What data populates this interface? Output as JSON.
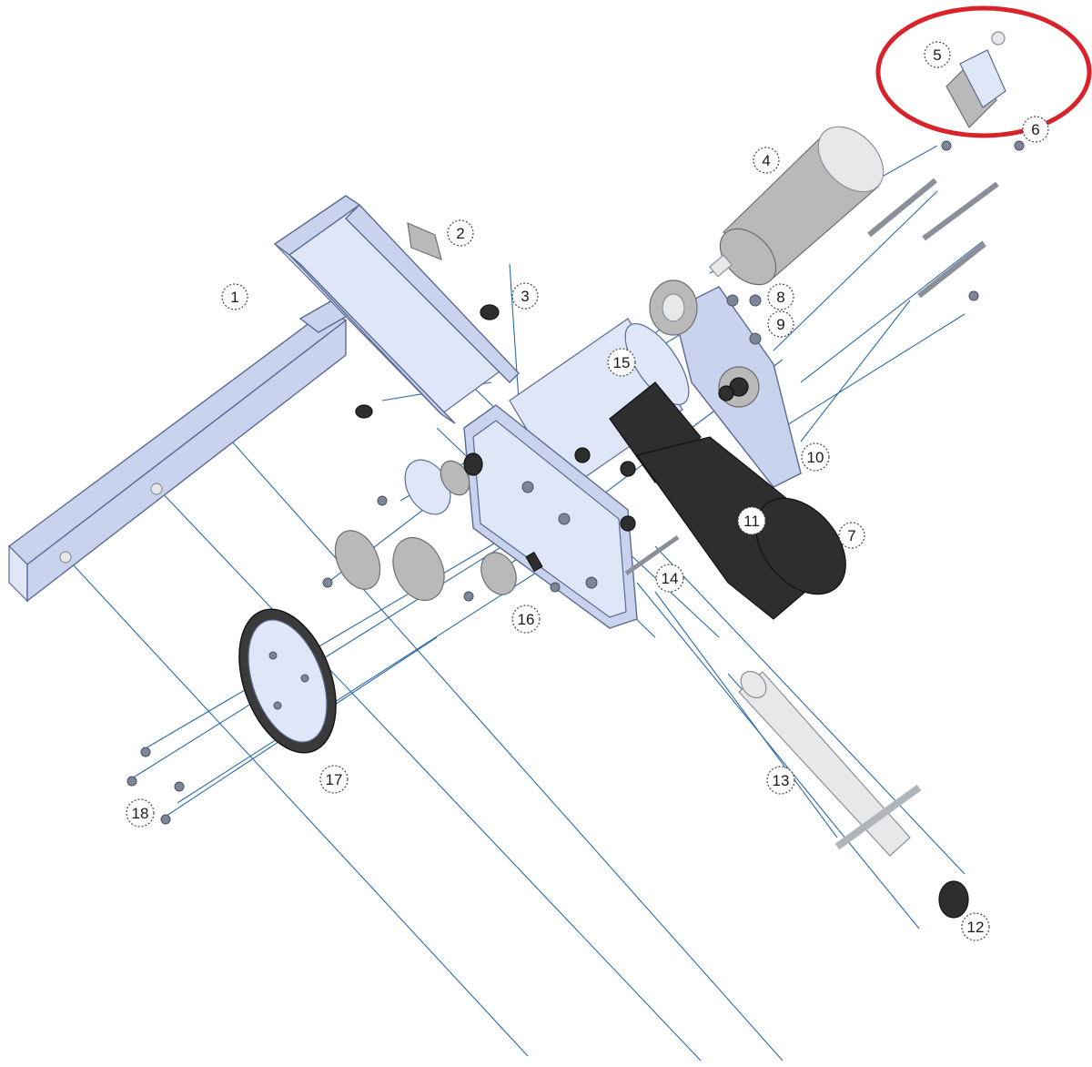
{
  "callouts": {
    "c1": "1",
    "c2": "2",
    "c3": "3",
    "c4": "4",
    "c5": "5",
    "c6": "6",
    "c7": "7",
    "c8": "8",
    "c9": "9",
    "c10": "10",
    "c11": "11",
    "c12": "12",
    "c13": "13",
    "c14": "14",
    "c15": "15",
    "c16": "16",
    "c17": "17",
    "c18": "18"
  },
  "colors": {
    "highlight_ring": "#d8232a",
    "leader_lines": "#2b6aa8",
    "part_fill": "#c9d3ee",
    "motor": "#2e2e2e"
  }
}
